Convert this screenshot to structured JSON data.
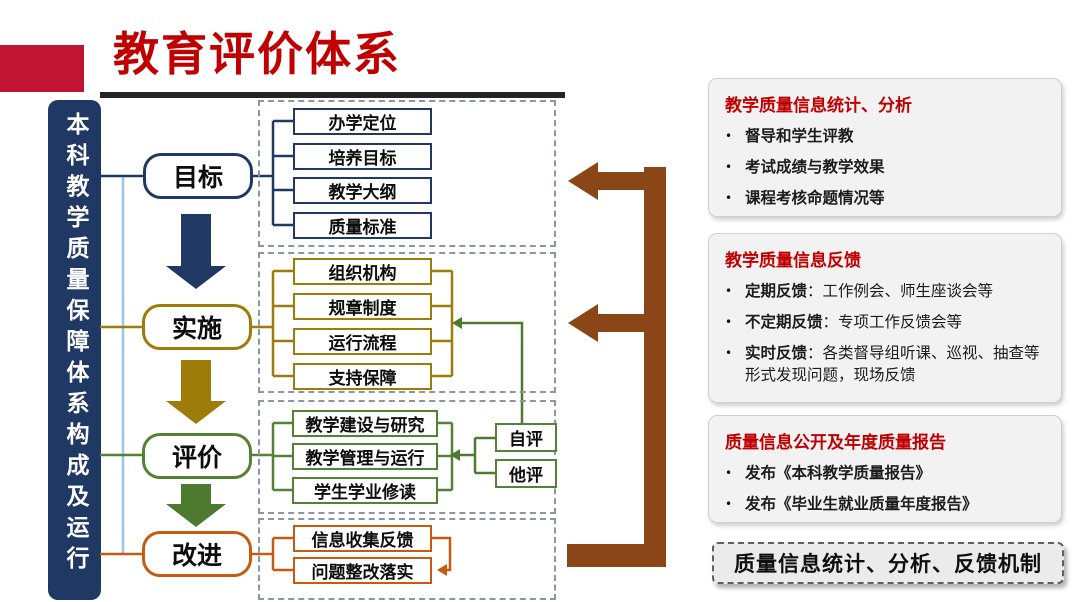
{
  "header": {
    "title": "教育评价体系"
  },
  "sidebar": {
    "label": "本科教学质量保障体系构成及运行"
  },
  "glyphs": {
    "bullet": "•"
  },
  "flow": {
    "stages": [
      {
        "label": "目标",
        "items": [
          "办学定位",
          "培养目标",
          "教学大纲",
          "质量标准"
        ]
      },
      {
        "label": "实施",
        "items": [
          "组织机构",
          "规章制度",
          "运行流程",
          "支持保障"
        ]
      },
      {
        "label": "评价",
        "items": [
          "教学建设与研究",
          "教学管理与运行",
          "学生学业修读"
        ]
      },
      {
        "label": "改进",
        "items": [
          "信息收集反馈",
          "问题整改落实"
        ]
      }
    ],
    "self_eval": "自评",
    "peer_eval": "他评"
  },
  "panels": [
    {
      "title": "教学质量信息统计、分析",
      "bullets": [
        {
          "lead": "督导和学生评教",
          "text": ""
        },
        {
          "lead": "考试成绩与教学效果",
          "text": ""
        },
        {
          "lead": "课程考核命题情况等",
          "text": ""
        }
      ]
    },
    {
      "title": "教学质量信息反馈",
      "bullets": [
        {
          "lead": "定期反馈",
          "text": "：工作例会、师生座谈会等"
        },
        {
          "lead": "不定期反馈",
          "text": "：专项工作反馈会等"
        },
        {
          "lead": "实时反馈",
          "text": "：各类督导组听课、巡视、抽查等形式发现问题，现场反馈"
        }
      ]
    },
    {
      "title": "质量信息公开及年度质量报告",
      "bullets": [
        {
          "lead": "发布《本科教学质量报告》",
          "text": ""
        },
        {
          "lead": "发布《毕业生就业质量年度报告》",
          "text": ""
        }
      ]
    }
  ],
  "footer_badge": "质量信息统计、分析、反馈机制",
  "colors": {
    "accent_red": "#c00000",
    "red_block": "#c01532",
    "navy": "#1f3864",
    "gold": "#9e7c0a",
    "green": "#538135",
    "orange": "#c55a11",
    "brown_arrow": "#8a4616",
    "light_blue": "#9dc3e6",
    "panel_bg": "#f2f2f2",
    "badge_bg": "#ebebeb"
  }
}
